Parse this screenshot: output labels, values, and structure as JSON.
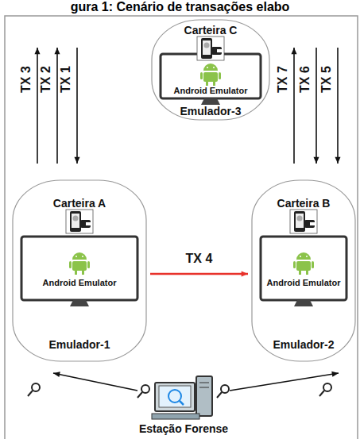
{
  "diagram": {
    "title": "gura 1: Cenário de transações elabo",
    "nodes": [
      {
        "text": [
          "Carteira C",
          "Android Emulator",
          "Emulador-3"
        ]
      },
      {
        "text": [
          "Carteira A",
          "Android Emulator",
          "Emulador-1"
        ]
      },
      {
        "text": [
          "Carteira  B",
          "Android Emulator",
          "Emulador-2"
        ]
      },
      {
        "text": [
          "Estação Forense"
        ]
      }
    ],
    "edges": [
      {
        "from": 0,
        "to": 1,
        "arrow": "to",
        "label": "TX 1"
      },
      {
        "from": 1,
        "to": 0,
        "arrow": "to",
        "label": "TX 2"
      },
      {
        "from": 1,
        "to": 0,
        "arrow": "to",
        "label": "TX 3"
      },
      {
        "from": 1,
        "to": 2,
        "arrow": "to",
        "label": "TX 4"
      },
      {
        "from": 0,
        "to": 2,
        "arrow": "to",
        "label": "TX 5"
      },
      {
        "from": 0,
        "to": 2,
        "arrow": "to",
        "label": "TX 6"
      },
      {
        "from": 2,
        "to": 0,
        "arrow": "to",
        "label": "TX 7"
      },
      {
        "from": 3,
        "to": 1,
        "arrow": "to"
      },
      {
        "from": 3,
        "to": 2,
        "arrow": "to"
      }
    ]
  }
}
